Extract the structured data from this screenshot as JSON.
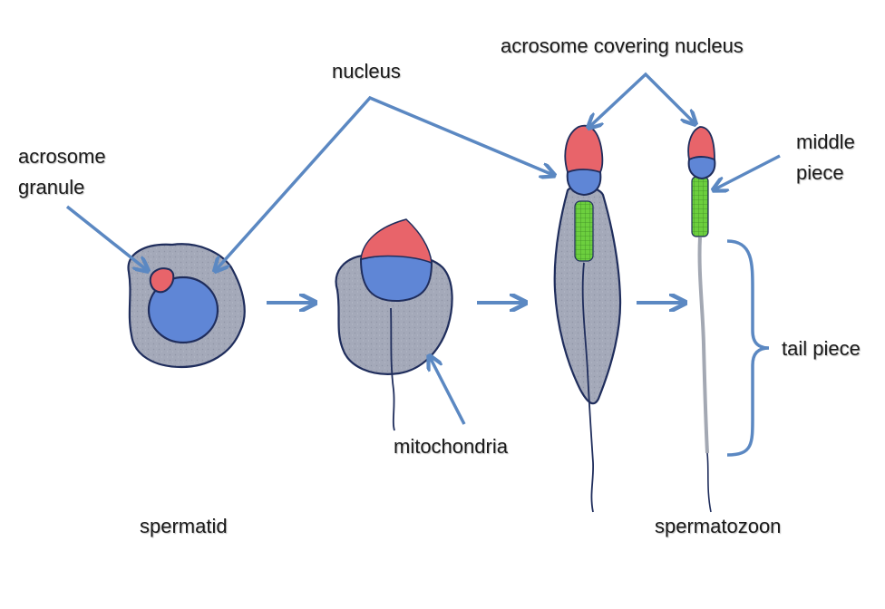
{
  "labels": {
    "acrosome_granule_line1": "acrosome",
    "acrosome_granule_line2": "granule",
    "nucleus": "nucleus",
    "acrosome_covering_nucleus": "acrosome covering nucleus",
    "middle_piece_line1": "middle",
    "middle_piece_line2": "piece",
    "tail_piece": "tail piece",
    "mitochondria": "mitochondria",
    "spermatid": "spermatid",
    "spermatozoon": "spermatozoon"
  },
  "colors": {
    "arrow": "#5b88c2",
    "cytoplasm": "#a4a9b9",
    "nucleus": "#5f86d6",
    "acrosome": "#e8646a",
    "middle_piece": "#6ccf3e",
    "tail": "#a3a8b3",
    "outline": "#1f2d5c"
  }
}
